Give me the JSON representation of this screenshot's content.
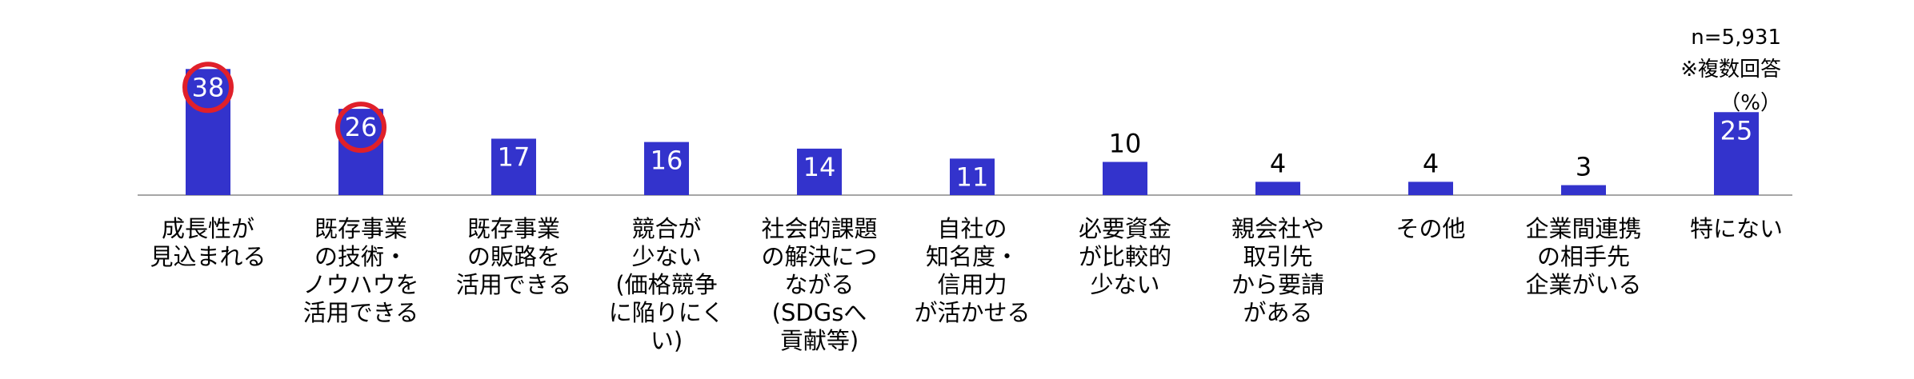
{
  "notes": {
    "sample_size": "n=5,931",
    "multiple_answer": "※複数回答",
    "unit": "（%）"
  },
  "chart_data": {
    "type": "bar",
    "categories": [
      [
        "成長性が",
        "見込まれる"
      ],
      [
        "既存事業",
        "の技術・",
        "ノウハウを",
        "活用できる"
      ],
      [
        "既存事業",
        "の販路を",
        "活用できる"
      ],
      [
        "競合が",
        "少ない",
        "(価格競争",
        "に陥りにく",
        "い)"
      ],
      [
        "社会的課題",
        "の解決につ",
        "ながる",
        "(SDGsへ",
        "貢献等)"
      ],
      [
        "自社の",
        "知名度・",
        "信用力",
        "が活かせる"
      ],
      [
        "必要資金",
        "が比較的",
        "少ない"
      ],
      [
        "親会社や",
        "取引先",
        "から要請",
        "がある"
      ],
      [
        "その他"
      ],
      [
        "企業間連携",
        "の相手先",
        "企業がいる"
      ],
      [
        "特にない"
      ]
    ],
    "values": [
      38,
      26,
      17,
      16,
      14,
      11,
      10,
      4,
      4,
      3,
      25
    ],
    "value_labels": [
      "38",
      "26",
      "17",
      "16",
      "14",
      "11",
      "10",
      "4",
      "4",
      "3",
      "25"
    ],
    "highlighted": [
      0,
      1
    ],
    "ylim": [
      0,
      40
    ],
    "grid": false,
    "legend": "none",
    "colors": {
      "bar": "#3333cc",
      "highlight_ring": "#e0202a",
      "axis": "#a6a6a6",
      "label_inside": "#ffffff",
      "label_outside": "#000000",
      "text": "#000000"
    }
  }
}
